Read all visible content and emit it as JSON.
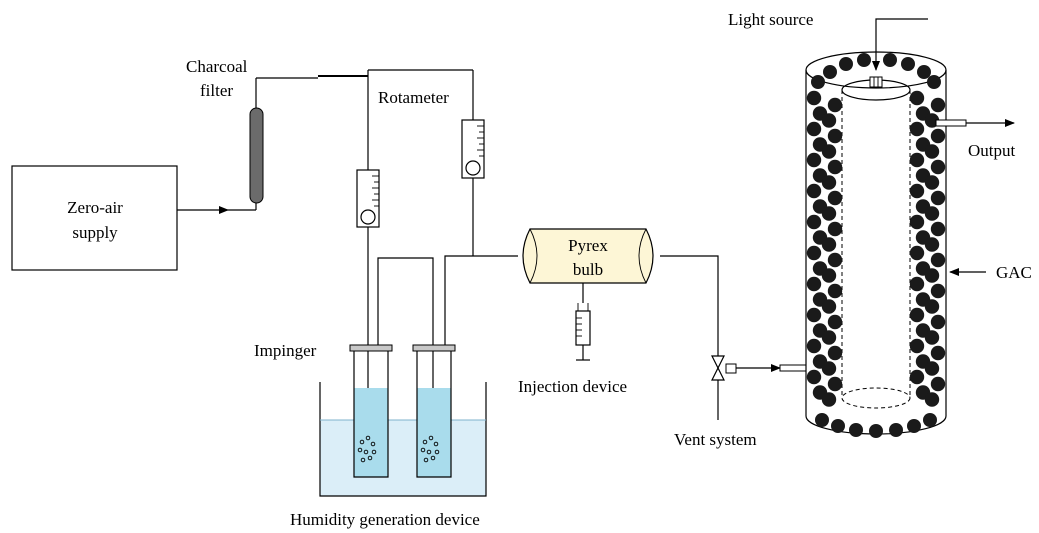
{
  "labels": {
    "zero_air_line1": "Zero-air",
    "zero_air_line2": "supply",
    "charcoal_line1": "Charcoal",
    "charcoal_line2": "filter",
    "rotameter": "Rotameter",
    "impinger": "Impinger",
    "humidity": "Humidity generation device",
    "pyrex_line1": "Pyrex",
    "pyrex_line2": "bulb",
    "injection": "Injection device",
    "vent": "Vent system",
    "light_source": "Light source",
    "output": "Output",
    "gac": "GAC"
  },
  "colors": {
    "line": "#000000",
    "water": "#dbeef8",
    "impinger_liquid": "#a9dcec",
    "filter_body": "#6b6b6b",
    "bulb_fill": "#fdf6d6",
    "gac_granule": "#1a1a1a"
  }
}
